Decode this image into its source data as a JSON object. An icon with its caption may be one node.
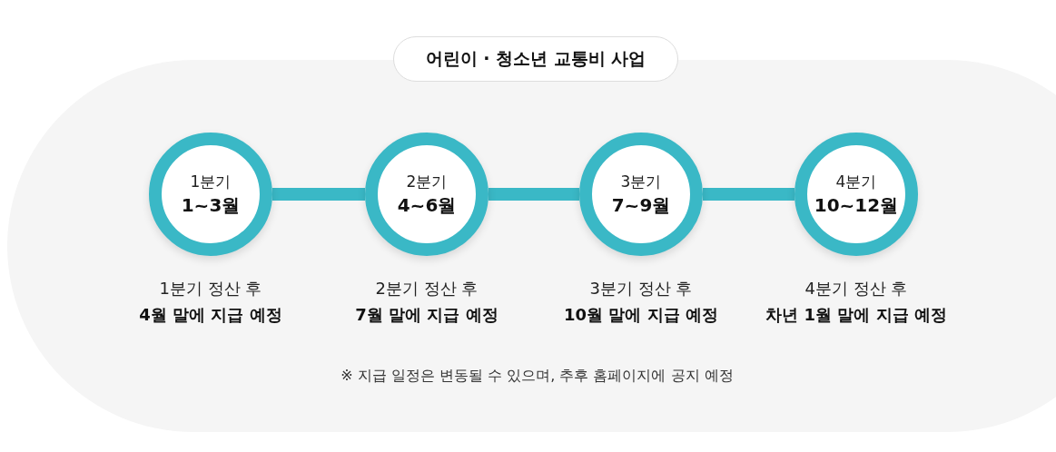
{
  "diagram": {
    "title": "어린이 · 청소년 교통비 사업",
    "nodes": [
      {
        "text": [
          "1분기",
          "1~3월"
        ],
        "beside": [
          "1분기 정산 후",
          "4월 말에 지급 예정"
        ]
      },
      {
        "text": [
          "2분기",
          "4~6월"
        ],
        "beside": [
          "2분기 정산 후",
          "7월 말에 지급 예정"
        ]
      },
      {
        "text": [
          "3분기",
          "7~9월"
        ],
        "beside": [
          "3분기 정산 후",
          "10월 말에 지급 예정"
        ]
      },
      {
        "text": [
          "4분기",
          "10~12월"
        ],
        "beside": [
          "4분기 정산 후",
          "차년 1월 말에 지급 예정"
        ]
      }
    ],
    "edges": [
      {
        "from": 0,
        "to": 1,
        "arrow": "none"
      },
      {
        "from": 1,
        "to": 2,
        "arrow": "none"
      },
      {
        "from": 2,
        "to": 3,
        "arrow": "none"
      }
    ],
    "labels": [
      "※ 지급 일정은 변동될 수 있으며, 추후 홈페이지에 공지 예정"
    ]
  }
}
